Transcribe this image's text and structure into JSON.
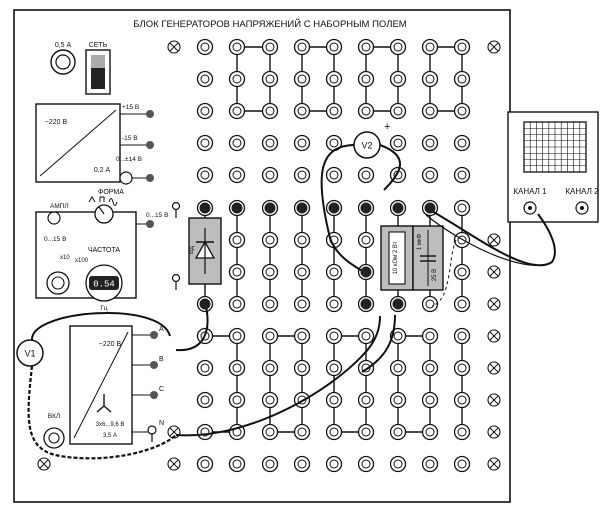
{
  "panel": {
    "title": "БЛОК ГЕНЕРАТОРОВ НАПРЯЖЕНИЙ С НАБОРНЫМ ПОЛЕМ",
    "fuse_label": "0,5 А",
    "mains_label": "СЕТЬ"
  },
  "dc_source": {
    "input_label": "~220 В",
    "current_label": "0,2 А",
    "outputs": [
      "+15 В",
      "-15 В",
      "0...±14 В"
    ]
  },
  "function_generator": {
    "shape_label": "ФОРМА",
    "amplitude_label": "АМПЛ",
    "range_label": "0...15 В",
    "ranges": [
      "x10",
      "x100"
    ],
    "frequency_label": "ЧАСТОТА",
    "frequency_display": "0.54",
    "frequency_unit": "Гц",
    "output_label": "0...15 В"
  },
  "three_phase": {
    "input_label": "~220 В",
    "rating_label": "3x6...9,6 В",
    "current_label": "3,5 А",
    "phases": [
      "A",
      "B",
      "C",
      "N"
    ],
    "reset_label": "ВКЛ"
  },
  "meters": {
    "v1": "V1",
    "v2": "V2"
  },
  "components": {
    "diode_label": "ВД",
    "resistor_label": "10 кОм 2 Вт",
    "capacitor_label": "1 мкФ",
    "capacitor_rating": "25 В"
  },
  "oscilloscope": {
    "channel1": "КАНАЛ 1",
    "channel2": "КАНАЛ 2"
  }
}
